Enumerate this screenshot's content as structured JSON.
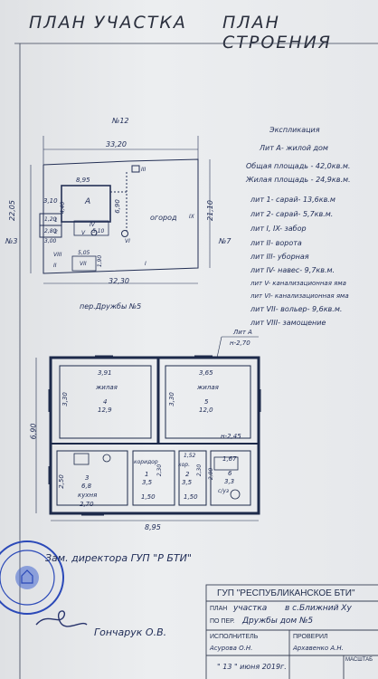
{
  "header": {
    "left_title": "ПЛАН УЧАСТКА",
    "right_title": "ПЛАН СТРОЕНИЯ"
  },
  "site_plan": {
    "north_label": "№12",
    "west_label": "№3",
    "east_label": "№7",
    "street_label": "пер.Дружбы №5",
    "dims": {
      "top": "33,20",
      "bottom": "32,30",
      "left": "22,05",
      "right": "21,10",
      "house_width": "8,95",
      "house_left": "3,10",
      "house_right": "6,90",
      "h1": "4,40",
      "h2": "1,20",
      "h3": "2,80",
      "h4": "3,00",
      "w1": "5,10",
      "w2": "5,05",
      "w3": "1,90"
    },
    "labels": {
      "house": "А",
      "garden": "огород",
      "b1": "1",
      "b2": "2",
      "iv": "IV",
      "v": "V",
      "vi": "VI",
      "vii": "VII",
      "viii": "VIII",
      "ii": "II",
      "iii": "III",
      "ix": "IX",
      "i": "I"
    }
  },
  "explication": {
    "title": "Экспликация",
    "lit_a": "Лит А- жилой дом",
    "total_area": "Общая площадь - 42,0кв.м.",
    "living_area": "Жилая площадь - 24,9кв.м.",
    "items": [
      "лит 1- сарай- 13,6кв.м",
      "лит 2- сарай- 5,7кв.м.",
      "лит I, IX- забор",
      "лит II- ворота",
      "лит III- уборная",
      "лит IV- навес- 9,7кв.м.",
      "лит V- канализационная яма",
      "лит VI- канализационная яма",
      "лит VII- вольер- 9,6кв.м.",
      "лит VIII- замощение"
    ]
  },
  "floor_plan": {
    "lit_label": "Лит А",
    "height_label": "н-2,70",
    "height_label_2": "н-2,45",
    "overall_width": "8,95",
    "overall_height": "6,90",
    "rooms": [
      {
        "name": "жилая",
        "num": "4",
        "area": "12,9",
        "w": "3,91",
        "h": "3,30"
      },
      {
        "name": "жилая",
        "num": "5",
        "area": "12,0",
        "w": "3,65",
        "h": "3,30"
      },
      {
        "name": "кухня",
        "num": "3",
        "area": "6,8",
        "w": "2,70",
        "h": "2,50"
      },
      {
        "name": "коридор",
        "num": "1",
        "area": "3,5",
        "w": "1,50",
        "h": "2,30"
      },
      {
        "name": "кор.",
        "num": "2",
        "area": "3,5",
        "w": "1,50",
        "h": "2,30"
      },
      {
        "name": "с/уз",
        "num": "6",
        "area": "3,3",
        "w": "1,67",
        "h": "2,00"
      }
    ],
    "misc_dim": "1,52"
  },
  "signature": {
    "role": "Зам. директора ГУП \"Р БТИ\"",
    "name": "Гончарук О.В."
  },
  "title_block": {
    "org": "ГУП \"РЕСПУБЛИКАНСКОЕ БТИ\"",
    "row1_a": "ПЛАН",
    "row1_b": "участка",
    "row1_c": "в с.Ближний Ху",
    "row2_a": "ПО ПЕР.",
    "row2_b": "Дружбы дом №5",
    "executor_label": "ИСПОЛНИТЕЛЬ",
    "executor": "Асурова О.Н.",
    "checked_label": "ПРОВЕРИЛ",
    "checked": "Архавенко А.Н.",
    "scale_label": "МАСШТАБ",
    "date": "\" 13 \" июня 2019г."
  }
}
